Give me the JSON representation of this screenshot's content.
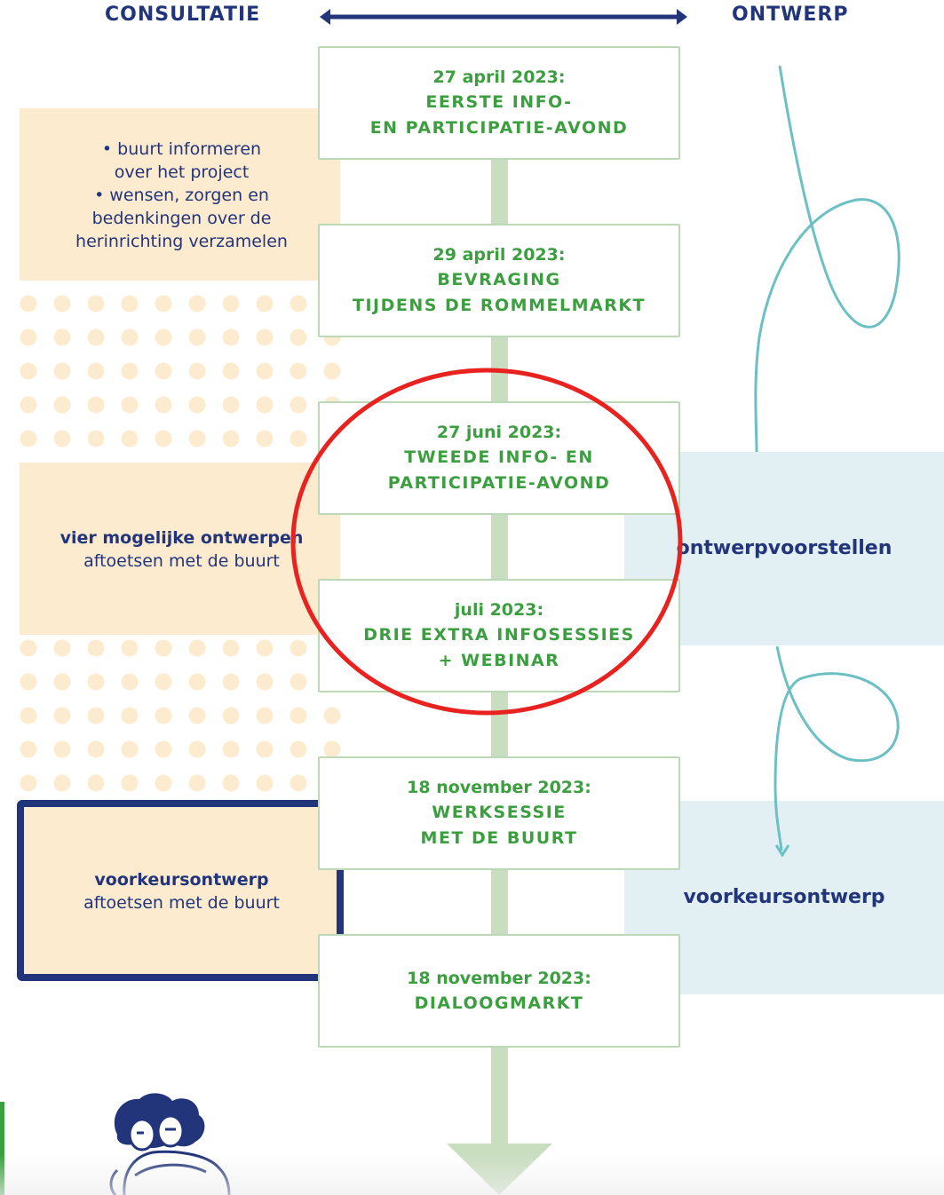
{
  "header": {
    "left": "CONSULTATIE",
    "right": "ONTWERP"
  },
  "consultation": {
    "block1": {
      "line1": "• buurt informeren",
      "line2": "over het project",
      "line3": "• wensen, zorgen en",
      "line4": "bedenkingen over de",
      "line5": "herinrichting verzamelen"
    },
    "block2": {
      "title": "vier mogelijke ontwerpen",
      "subtitle": "aftoetsen met de buurt"
    },
    "block3": {
      "title": "voorkeursontwerp",
      "subtitle": "aftoetsen met de buurt"
    }
  },
  "steps": [
    {
      "date": "27 april 2023:",
      "title": "EERSTE INFO-\nEN PARTICIPATIE-AVOND"
    },
    {
      "date": "29 april 2023:",
      "title": "BEVRAGING\nTIJDENS DE ROMMELMARKT"
    },
    {
      "date": "27 juni 2023:",
      "title": "TWEEDE INFO- EN\nPARTICIPATIE-AVOND"
    },
    {
      "date": "juli 2023:",
      "title": "DRIE EXTRA INFOSESSIES\n+ WEBINAR"
    },
    {
      "date": "18 november 2023:",
      "title": "WERKSESSIE\nMET DE BUURT"
    },
    {
      "date": "18 november 2023:",
      "title": "DIALOOGMARKT"
    }
  ],
  "design": {
    "label1": "ontwerpvoorstellen",
    "label2": "voorkeursontwerp"
  },
  "colors": {
    "navy": "#22357a",
    "green_text": "#3b9e3f",
    "green_line": "#c9ddbf",
    "peach": "#fdebd0",
    "light_blue": "#e2f0f3",
    "teal_curve": "#6cc0c3",
    "highlight_circle": "#e8221f"
  },
  "icons": {
    "top_arrow": "double-headed-arrow-icon",
    "bottom_arrow": "down-arrow-icon",
    "people": "hugging-people-illustration-icon"
  }
}
